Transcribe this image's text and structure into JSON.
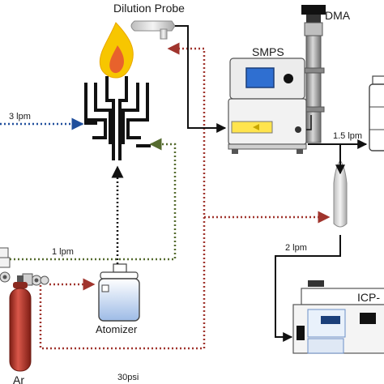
{
  "labels": {
    "dilution_probe": "Dilution Probe",
    "dma": "DMA",
    "smps": "SMPS",
    "flow_3lpm": "3 lpm",
    "flow_1lpm": "1 lpm",
    "flow_1_5lpm": "1.5 lpm",
    "flow_2lpm": "2 lpm",
    "ar": "Ar",
    "atomizer": "Atomizer",
    "icp": "ICP-",
    "pressure": "30psi"
  },
  "colors": {
    "blue_line": "#1f4e9c",
    "green_line": "#556b2f",
    "red_line": "#a0342d",
    "black_line": "#111111",
    "flame_outer": "#f7c600",
    "flame_inner": "#e8622c",
    "cylinder": "#c0392b",
    "smps_screen": "#2f6fd1",
    "dma_tube": "#9a9a9a",
    "liquid": "#a9c4ea"
  }
}
